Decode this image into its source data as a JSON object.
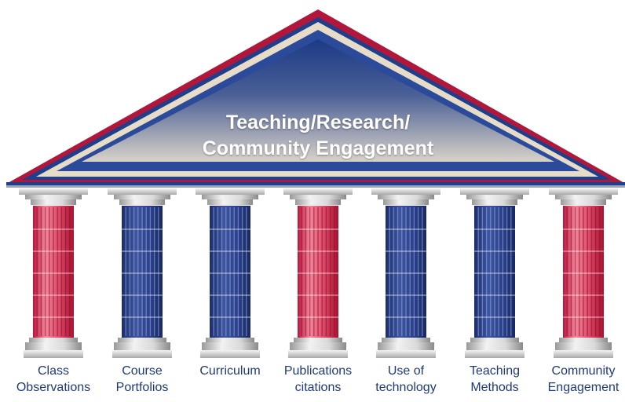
{
  "roof": {
    "title_line1": "Teaching/Research/",
    "title_line2": "Community Engagement"
  },
  "pillars": [
    {
      "line1": "Class",
      "line2": "Observations",
      "color": "red"
    },
    {
      "line1": "Course",
      "line2": "Portfolios",
      "color": "blue"
    },
    {
      "line1": "Curriculum",
      "line2": "",
      "color": "blue"
    },
    {
      "line1": "Publications",
      "line2": "citations",
      "color": "red"
    },
    {
      "line1": "Use of",
      "line2": "technology",
      "color": "blue"
    },
    {
      "line1": "Teaching",
      "line2": "Methods",
      "color": "blue"
    },
    {
      "line1": "Community",
      "line2": "Engagement",
      "color": "red"
    }
  ],
  "colors": {
    "roof_red": "#b0173a",
    "roof_blue": "#1e3f8c",
    "label_text": "#1f3a7a",
    "column_red": "#e04a6a",
    "column_blue": "#2a3f8a"
  }
}
